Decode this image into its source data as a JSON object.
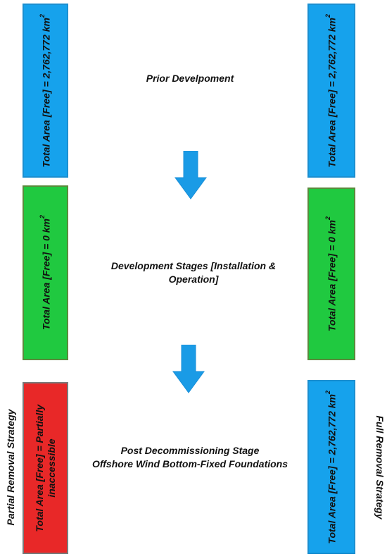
{
  "colors": {
    "free_area": "#16a2ec",
    "occupied_area": "#20c940",
    "partial_area": "#e82828",
    "arrow": "#1a9be6"
  },
  "stages": {
    "prior": "Prior Develpoment",
    "development_line1": "Development Stages [Installation &",
    "development_line2": "Operation]",
    "post_line1": "Post Decommissioning Stage",
    "post_line2": "Offshore Wind Bottom-Fixed Foundations"
  },
  "strategies": {
    "left": "Partial Removal Strategy",
    "right": "Full Removal Strategy"
  },
  "left_bars": {
    "prior": "Total Area [Free] = 2,762,772 km",
    "prior_sup": "2",
    "development": "Total Area [Free] = 0 km",
    "development_sup": "2",
    "post_line1": "Total Area [Free] = Partially",
    "post_line2": "inaccessible"
  },
  "right_bars": {
    "prior": "Total Area [Free] = 2,762,772 km",
    "prior_sup": "2",
    "development": "Total Area [Free] = 0 km",
    "development_sup": "2",
    "post": "Total Area [Free] = 2,762,772 km",
    "post_sup": "2"
  }
}
